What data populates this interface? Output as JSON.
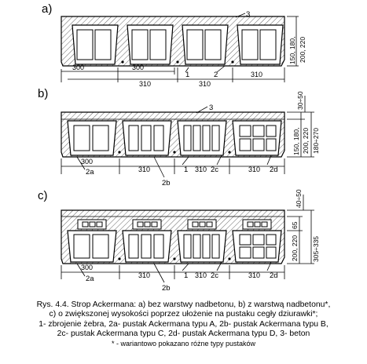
{
  "panels": [
    {
      "letter": "a)",
      "member_label": "3",
      "bottom_dims": [
        "300",
        "300",
        "310",
        "310",
        "310"
      ],
      "bottom_labels": [
        "1",
        "2"
      ],
      "right_dims": [
        "150, 180,",
        "200, 220"
      ]
    },
    {
      "letter": "b)",
      "member_label": "3",
      "top_dim": "30÷50",
      "bottom_dims": [
        "300",
        "310",
        "310",
        "310"
      ],
      "bottom_labels": [
        "2a",
        "2b",
        "1",
        "2c",
        "2d"
      ],
      "right_dims": [
        "150, 180,",
        "200, 220"
      ],
      "right_total": "180÷270"
    },
    {
      "letter": "c)",
      "top_dim": "40÷50",
      "bottom_dims": [
        "300",
        "310",
        "310",
        "310"
      ],
      "bottom_labels": [
        "2a",
        "2b",
        "1",
        "2c",
        "2d"
      ],
      "right_dims": [
        "65",
        "200, 220"
      ],
      "right_total": "305÷335"
    }
  ],
  "caption": {
    "line1": "Rys. 4.4. Strop Ackermana: a) bez warstwy nadbetonu, b) z warstwą nadbetonu*,",
    "line2": "c) o zwiększonej wysokości poprzez ułożenie na pustaku cegły dziurawki*;",
    "line3": "1- zbrojenie żebra, 2a- pustak Ackermana typu A, 2b- pustak Ackermana typu B,",
    "line4": "2c- pustak Ackermana typu C, 2d- pustak Ackermana typu D, 3- beton",
    "line5": "* - wariantowo pokazano różne typy pustaków"
  }
}
